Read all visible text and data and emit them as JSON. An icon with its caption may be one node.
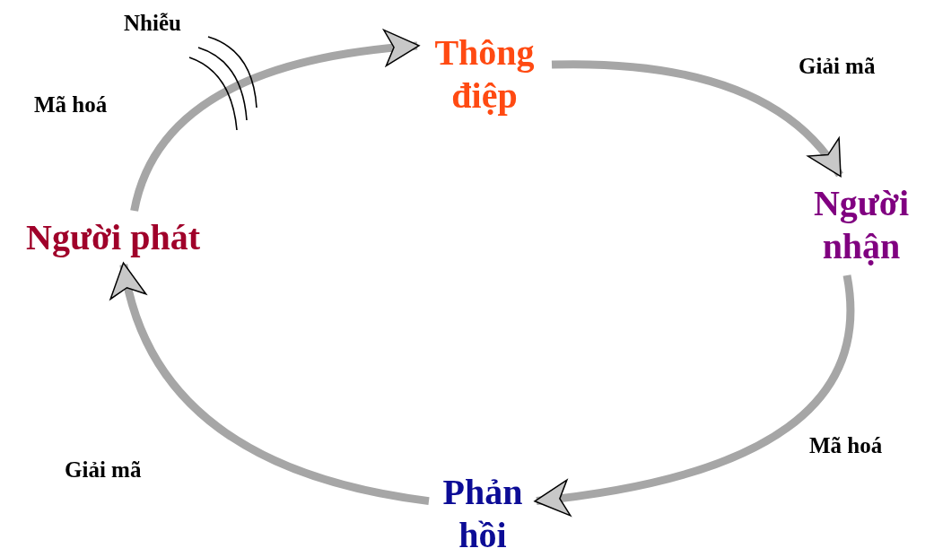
{
  "diagram": {
    "nodes": [
      {
        "text": [
          "Người phát"
        ]
      },
      {
        "text": [
          "Thông điệp"
        ]
      },
      {
        "text": [
          "Người nhận"
        ]
      },
      {
        "text": [
          "Phản hồi"
        ]
      }
    ],
    "edges": [
      {
        "from": 0,
        "to": 1,
        "arrow": "to",
        "label": "Mã hoá"
      },
      {
        "from": 1,
        "to": 2,
        "arrow": "to",
        "label": "Giải mã"
      },
      {
        "from": 2,
        "to": 3,
        "arrow": "to",
        "label": "Mã hoá"
      },
      {
        "from": 3,
        "to": 0,
        "arrow": "to",
        "label": "Giải mã"
      }
    ],
    "labels": [
      "Nhiễu"
    ]
  }
}
